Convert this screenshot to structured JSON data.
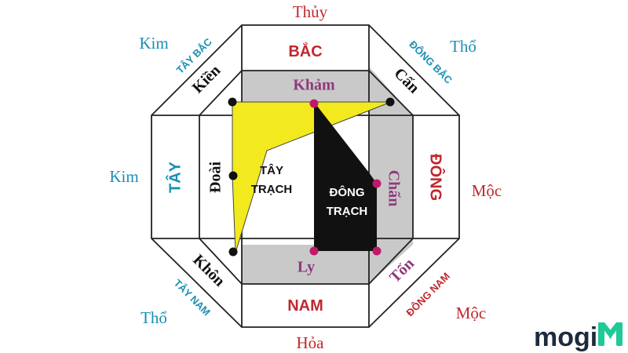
{
  "elements": {
    "north": "Thủy",
    "south": "Hỏa",
    "west": "Kim",
    "east": "Mộc",
    "northwest": "Kim",
    "northeast": "Thổ",
    "southwest": "Thổ",
    "southeast": "Mộc"
  },
  "directions": {
    "north": "BẮC",
    "south": "NAM",
    "west": "TÂY",
    "east": "ĐÔNG",
    "northwest": "TÂY BẮC",
    "northeast": "ĐÔNG BẮC",
    "southwest": "TÂY NAM",
    "southeast": "ĐÔNG NAM"
  },
  "trigrams": {
    "north": "Khảm",
    "south": "Ly",
    "west": "Đoài",
    "east": "Chấn",
    "northwest": "Kiền",
    "northeast": "Cấn",
    "southwest": "Khôn",
    "southeast": "Tốn"
  },
  "groups": {
    "west_group": [
      "TÂY",
      "TRẠCH"
    ],
    "east_group": [
      "ĐÔNG",
      "TRẠCH"
    ]
  },
  "logo": {
    "text": "mogi",
    "color": "#1d2b3c",
    "accent": "#20c997"
  },
  "colors": {
    "element_text": "#1a8fb4",
    "direction_red": "#c0282e",
    "trigram_purple": "#8e3b7a",
    "trigram_black": "#111111",
    "gray_band": "#c9c9c9",
    "yellow_group": "#f2ea1e",
    "black_group": "#111111",
    "dot_black": "#111111",
    "dot_magenta": "#c2186b"
  }
}
